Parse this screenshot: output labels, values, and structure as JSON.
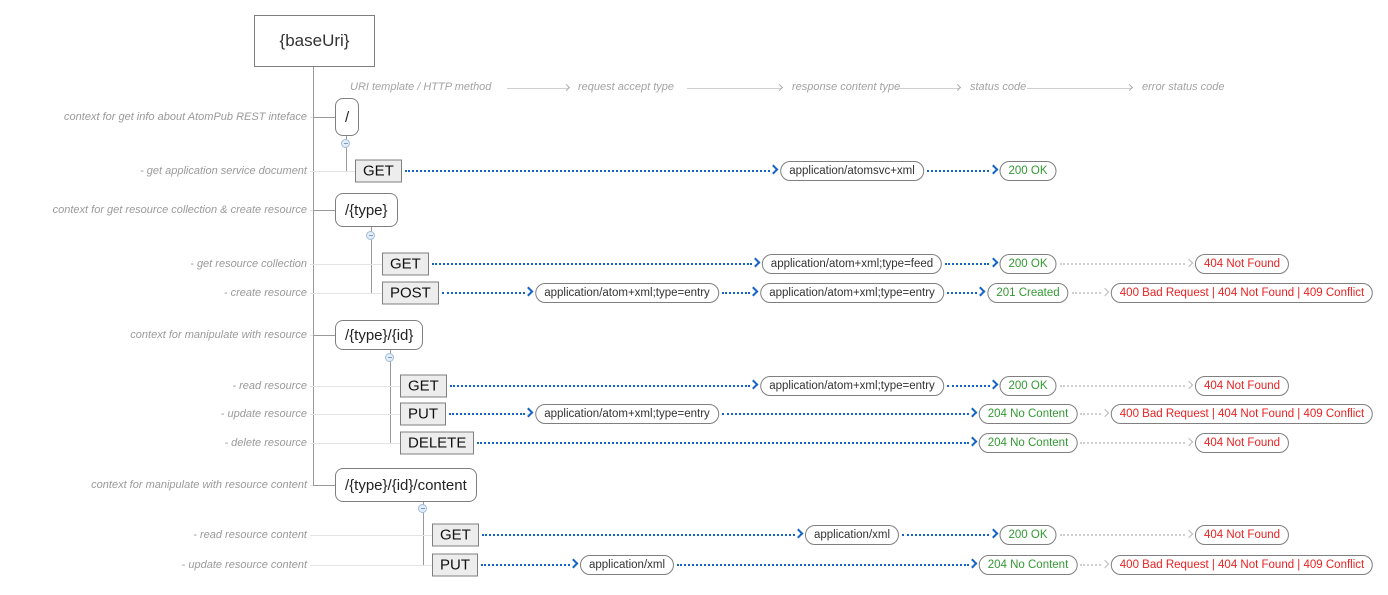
{
  "root_label": "{baseUri}",
  "columns": {
    "uri": "URI template / HTTP method",
    "accept": "request accept type",
    "response": "response content type",
    "status": "status code",
    "error": "error status code"
  },
  "colors": {
    "arrow_blue": "#1464c8",
    "status_green": "#339933",
    "error_red": "#e82222",
    "tree_gray": "#9a9a9a"
  },
  "groups": [
    {
      "context_label": "context for get info about AtomPub REST inteface",
      "uri": "/",
      "rows": [
        {
          "label": "- get application service document",
          "method": "GET",
          "response": "application/atomsvc+xml",
          "status": "200 OK"
        }
      ]
    },
    {
      "context_label": "context for get resource collection & create resource",
      "uri": "/{type}",
      "rows": [
        {
          "label": "- get resource collection",
          "method": "GET",
          "response": "application/atom+xml;type=feed",
          "status": "200 OK",
          "error": "404 Not Found"
        },
        {
          "label": "- create resource",
          "method": "POST",
          "accept": "application/atom+xml;type=entry",
          "response": "application/atom+xml;type=entry",
          "status": "201 Created",
          "error": "400 Bad Request | 404 Not Found | 409 Conflict"
        }
      ]
    },
    {
      "context_label": "context for manipulate with resource",
      "uri": "/{type}/{id}",
      "rows": [
        {
          "label": "- read resource",
          "method": "GET",
          "response": "application/atom+xml;type=entry",
          "status": "200 OK",
          "error": "404 Not Found"
        },
        {
          "label": "- update resource",
          "method": "PUT",
          "accept": "application/atom+xml;type=entry",
          "status": "204 No Content",
          "error": "400 Bad Request | 404 Not Found | 409 Conflict"
        },
        {
          "label": "- delete resource",
          "method": "DELETE",
          "status": "204 No Content",
          "error": "404 Not Found"
        }
      ]
    },
    {
      "context_label": "context for manipulate with resource content",
      "uri": "/{type}/{id}/content",
      "rows": [
        {
          "label": "- read resource content",
          "method": "GET",
          "response": "application/xml",
          "status": "200 OK",
          "error": "404 Not Found"
        },
        {
          "label": "- update resource content",
          "method": "PUT",
          "accept": "application/xml",
          "status": "204 No Content",
          "error": "400 Bad Request | 404 Not Found | 409 Conflict"
        }
      ]
    }
  ]
}
